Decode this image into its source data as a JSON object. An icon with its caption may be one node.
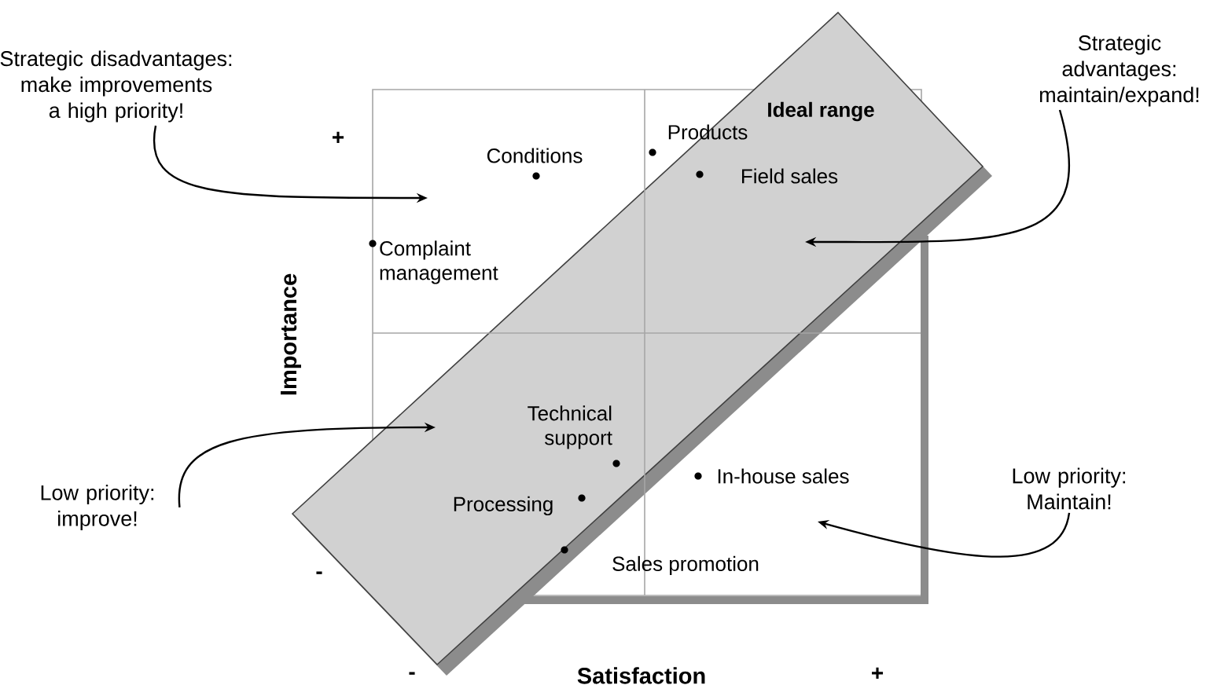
{
  "diagram": {
    "nodes": [
      {
        "text": [
          "Ideal range"
        ]
      },
      {
        "text": [
          "Strategic disadvantages: make improvements a high priority!"
        ]
      },
      {
        "text": [
          "Strategic advantages: maintain/expand!"
        ]
      },
      {
        "text": [
          "Low priority: improve!"
        ]
      },
      {
        "text": [
          "Low priority: Maintain!"
        ]
      }
    ],
    "edges": [
      {
        "from": 1,
        "to": null,
        "arrow": "to"
      },
      {
        "from": 2,
        "to": 0,
        "arrow": "to"
      },
      {
        "from": 3,
        "to": 0,
        "arrow": "to"
      },
      {
        "from": 4,
        "to": null,
        "arrow": "to"
      }
    ],
    "labels": [
      "+",
      "Conditions",
      "Products",
      "Field sales",
      "Complaint management",
      "Importance",
      "Technical support",
      "In-house sales",
      "Processing",
      "Sales promotion",
      "-",
      "-",
      "Satisfaction",
      "+"
    ]
  }
}
